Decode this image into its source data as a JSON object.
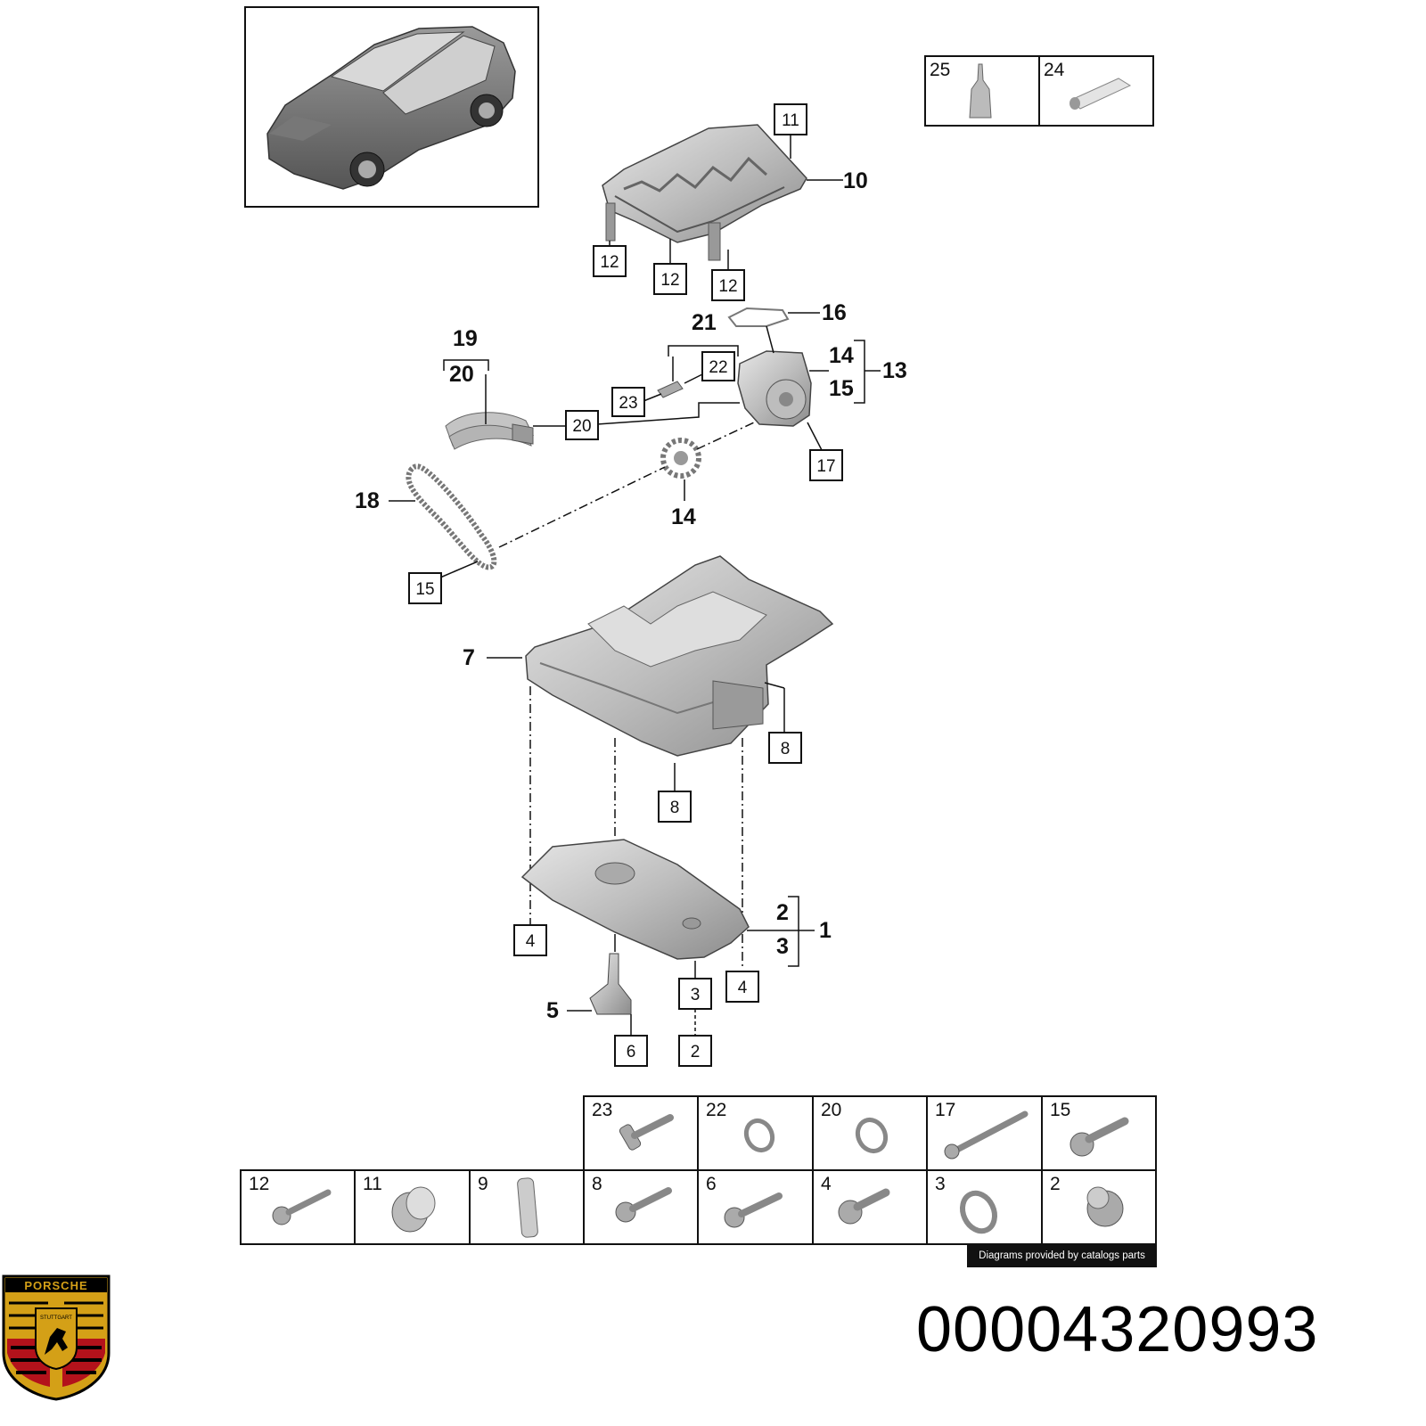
{
  "callouts": {
    "c11": "11",
    "c12a": "12",
    "c12b": "12",
    "c12c": "12",
    "c22": "22",
    "c23": "23",
    "c20": "20",
    "c17": "17",
    "c15": "15",
    "c8a": "8",
    "c8b": "8",
    "c4a": "4",
    "c4b": "4",
    "c3": "3",
    "c2": "2",
    "c6": "6"
  },
  "labels": {
    "l10": "10",
    "l16": "16",
    "l21": "21",
    "l14a": "14",
    "l15": "15",
    "l13": "13",
    "l19": "19",
    "l20": "20",
    "l18": "18",
    "l14b": "14",
    "l7": "7",
    "l2": "2",
    "l3": "3",
    "l1": "1",
    "l5": "5"
  },
  "top_right_box": [
    "25",
    "24"
  ],
  "table_row1": [
    "23",
    "22",
    "20",
    "17",
    "15"
  ],
  "table_row2": [
    "12",
    "11",
    "9",
    "8",
    "6",
    "4",
    "3",
    "2"
  ],
  "credit": "Diagrams provided by catalogs parts",
  "part_number": "00004320993",
  "logo_text": [
    "PORSCHE",
    "STUTTGART"
  ],
  "colors": {
    "ink": "#111111",
    "part_fill": "#cfcfcf",
    "part_shade": "#9a9a9a",
    "logo_gold": "#d4a017",
    "logo_red": "#b3121b"
  }
}
